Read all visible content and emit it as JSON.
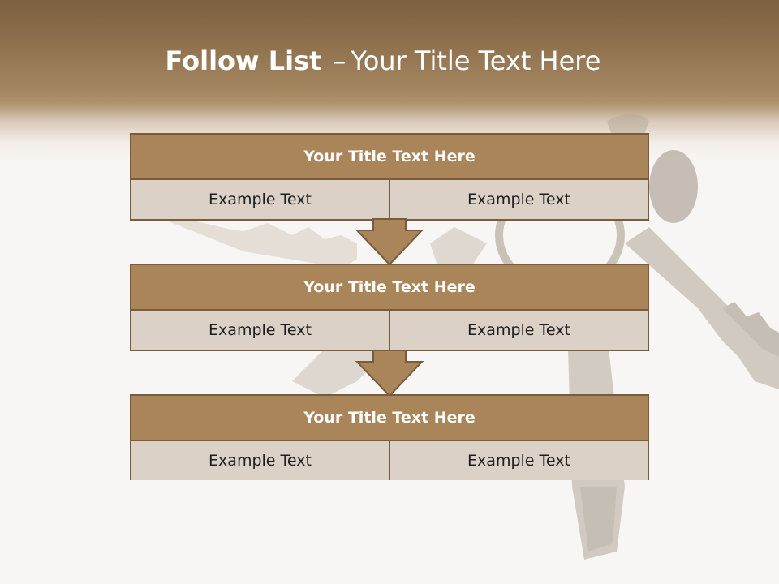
{
  "title": {
    "bold": "Follow List",
    "separator": "–",
    "rest": "Your Title Text Here"
  },
  "blocks": [
    {
      "title": "Your Title Text Here",
      "left": "Example Text",
      "right": "Example Text"
    },
    {
      "title": "Your Title Text Here",
      "left": "Example Text",
      "right": "Example Text"
    },
    {
      "title": "Your Title Text Here",
      "left": "Example Text",
      "right": "Example Text"
    }
  ],
  "colors": {
    "header_brown": "#8e6f4c",
    "block_title_fill": "#a98559",
    "block_cell_fill": "#dcd1c6",
    "border": "#7a5c3d",
    "arrow_fill": "#a98559"
  }
}
